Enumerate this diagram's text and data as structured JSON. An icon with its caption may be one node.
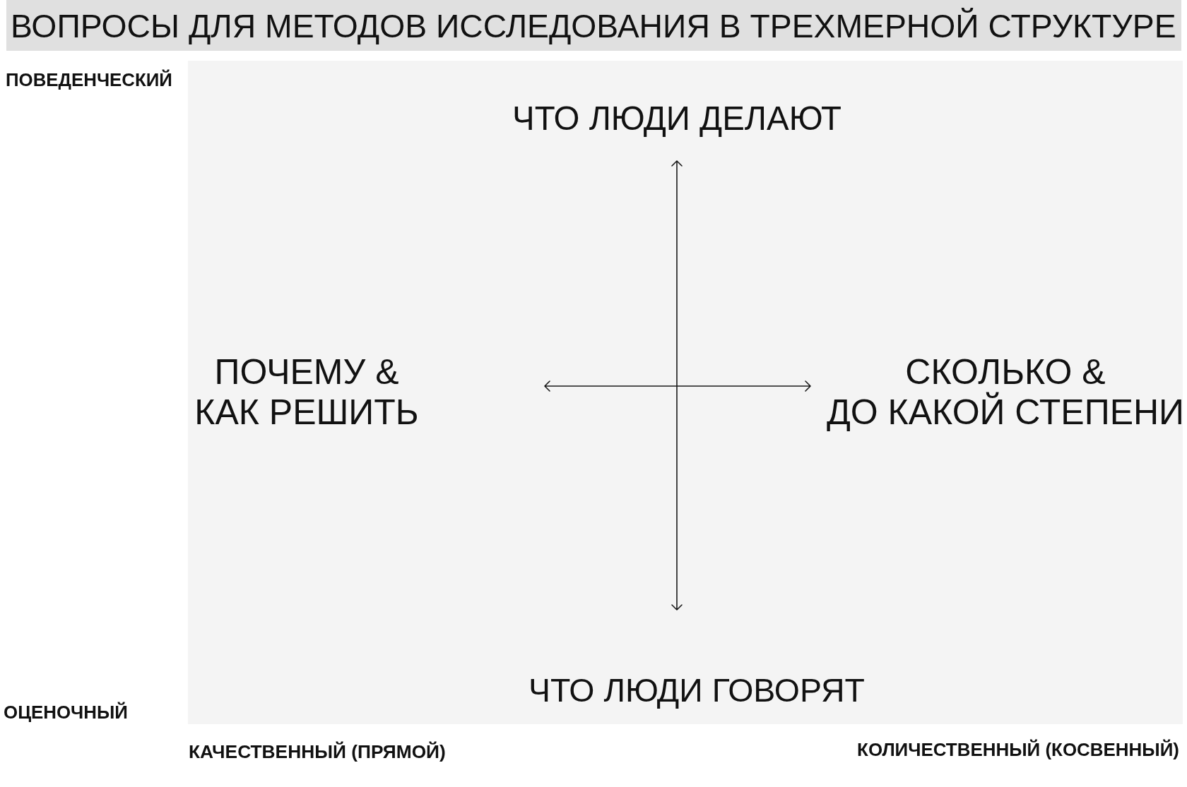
{
  "diagram": {
    "title": "ВОПРОСЫ ДЛЯ МЕТОДОВ ИССЛЕДОВАНИЯ В ТРЕХМЕРНОЙ СТРУКТУРЕ",
    "nodes": [
      {
        "text": [
          "ЧТО ЛЮДИ ДЕЛАЮТ",
          "ПОЧЕМУ & КАК РЕШИТЬ",
          "СКОЛЬКО & ДО КАКОЙ СТЕПЕНИ",
          "ЧТО ЛЮДИ ГОВОРЯТ"
        ]
      }
    ],
    "labels": [
      "ПОВЕДЕНЧЕСКИЙ",
      "ОЦЕНОЧНЫЙ",
      "КАЧЕСТВЕННЫЙ (ПРЯМОЙ)",
      "КОЛИЧЕСТВЕННЫЙ (КОСВЕННЫЙ)"
    ]
  }
}
